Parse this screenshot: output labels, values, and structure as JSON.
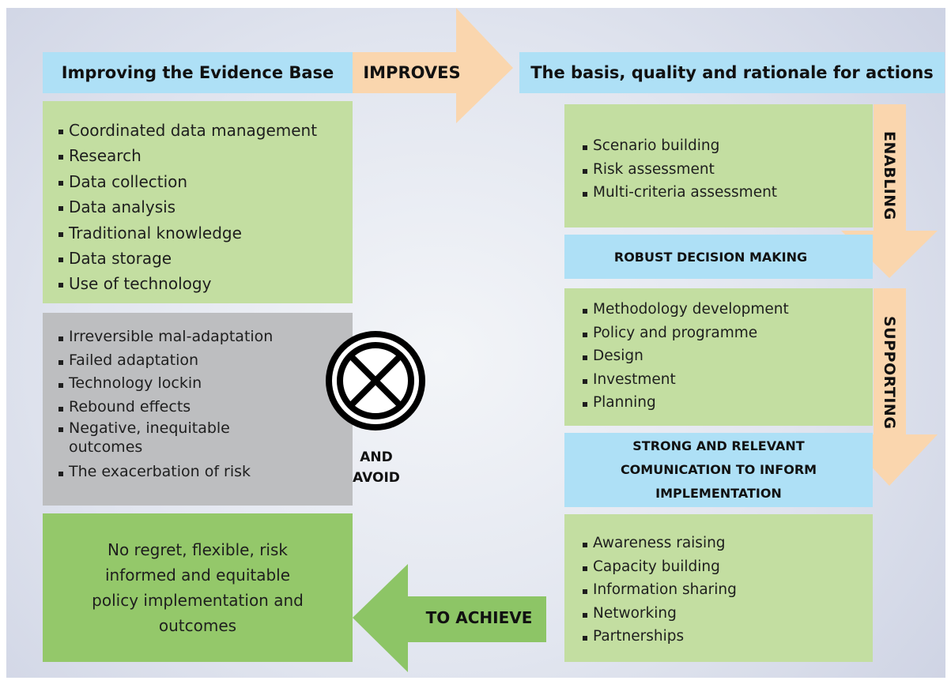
{
  "header": {
    "left_title": "Improving the Evidence Base",
    "improves_label": "IMPROVES",
    "right_title": "The basis, quality and rationale for actions"
  },
  "evidence_list": [
    "Coordinated data management",
    "Research",
    "Data collection",
    "Data analysis",
    "Traditional knowledge",
    "Data storage",
    "Use of technology"
  ],
  "avoid_list": [
    "Irreversible mal-adaptation",
    "Failed adaptation",
    "Technology lockin",
    "Rebound effects",
    "Negative, inequitable outcomes",
    "The exacerbation of risk"
  ],
  "avoid_label_line1": "AND",
  "avoid_label_line2": "AVOID",
  "outcome_text": "No regret, flexible, risk informed and equitable policy implementation and outcomes",
  "achieve_label": "TO ACHIEVE",
  "assessment_list": [
    "Scenario building",
    "Risk assessment",
    "Multi-criteria assessment"
  ],
  "enabling_label": "ENABLING",
  "robust_label": "ROBUST DECISION MAKING",
  "development_list": [
    "Methodology development",
    "Policy and programme",
    "Design",
    "Investment",
    "Planning"
  ],
  "supporting_label": "SUPPORTING",
  "communication_label": "STRONG AND RELEVANT COMUNICATION TO INFORM IMPLEMENTATION",
  "outreach_list": [
    "Awareness raising",
    "Capacity building",
    "Information sharing",
    "Networking",
    "Partnerships"
  ],
  "colors": {
    "light_green": "#c3dea1",
    "dark_green": "#94c86a",
    "grey": "#bdbec0",
    "light_blue": "#aee0f6",
    "peach_arrow": "#fad6ae",
    "green_arrow": "#8dc566"
  }
}
